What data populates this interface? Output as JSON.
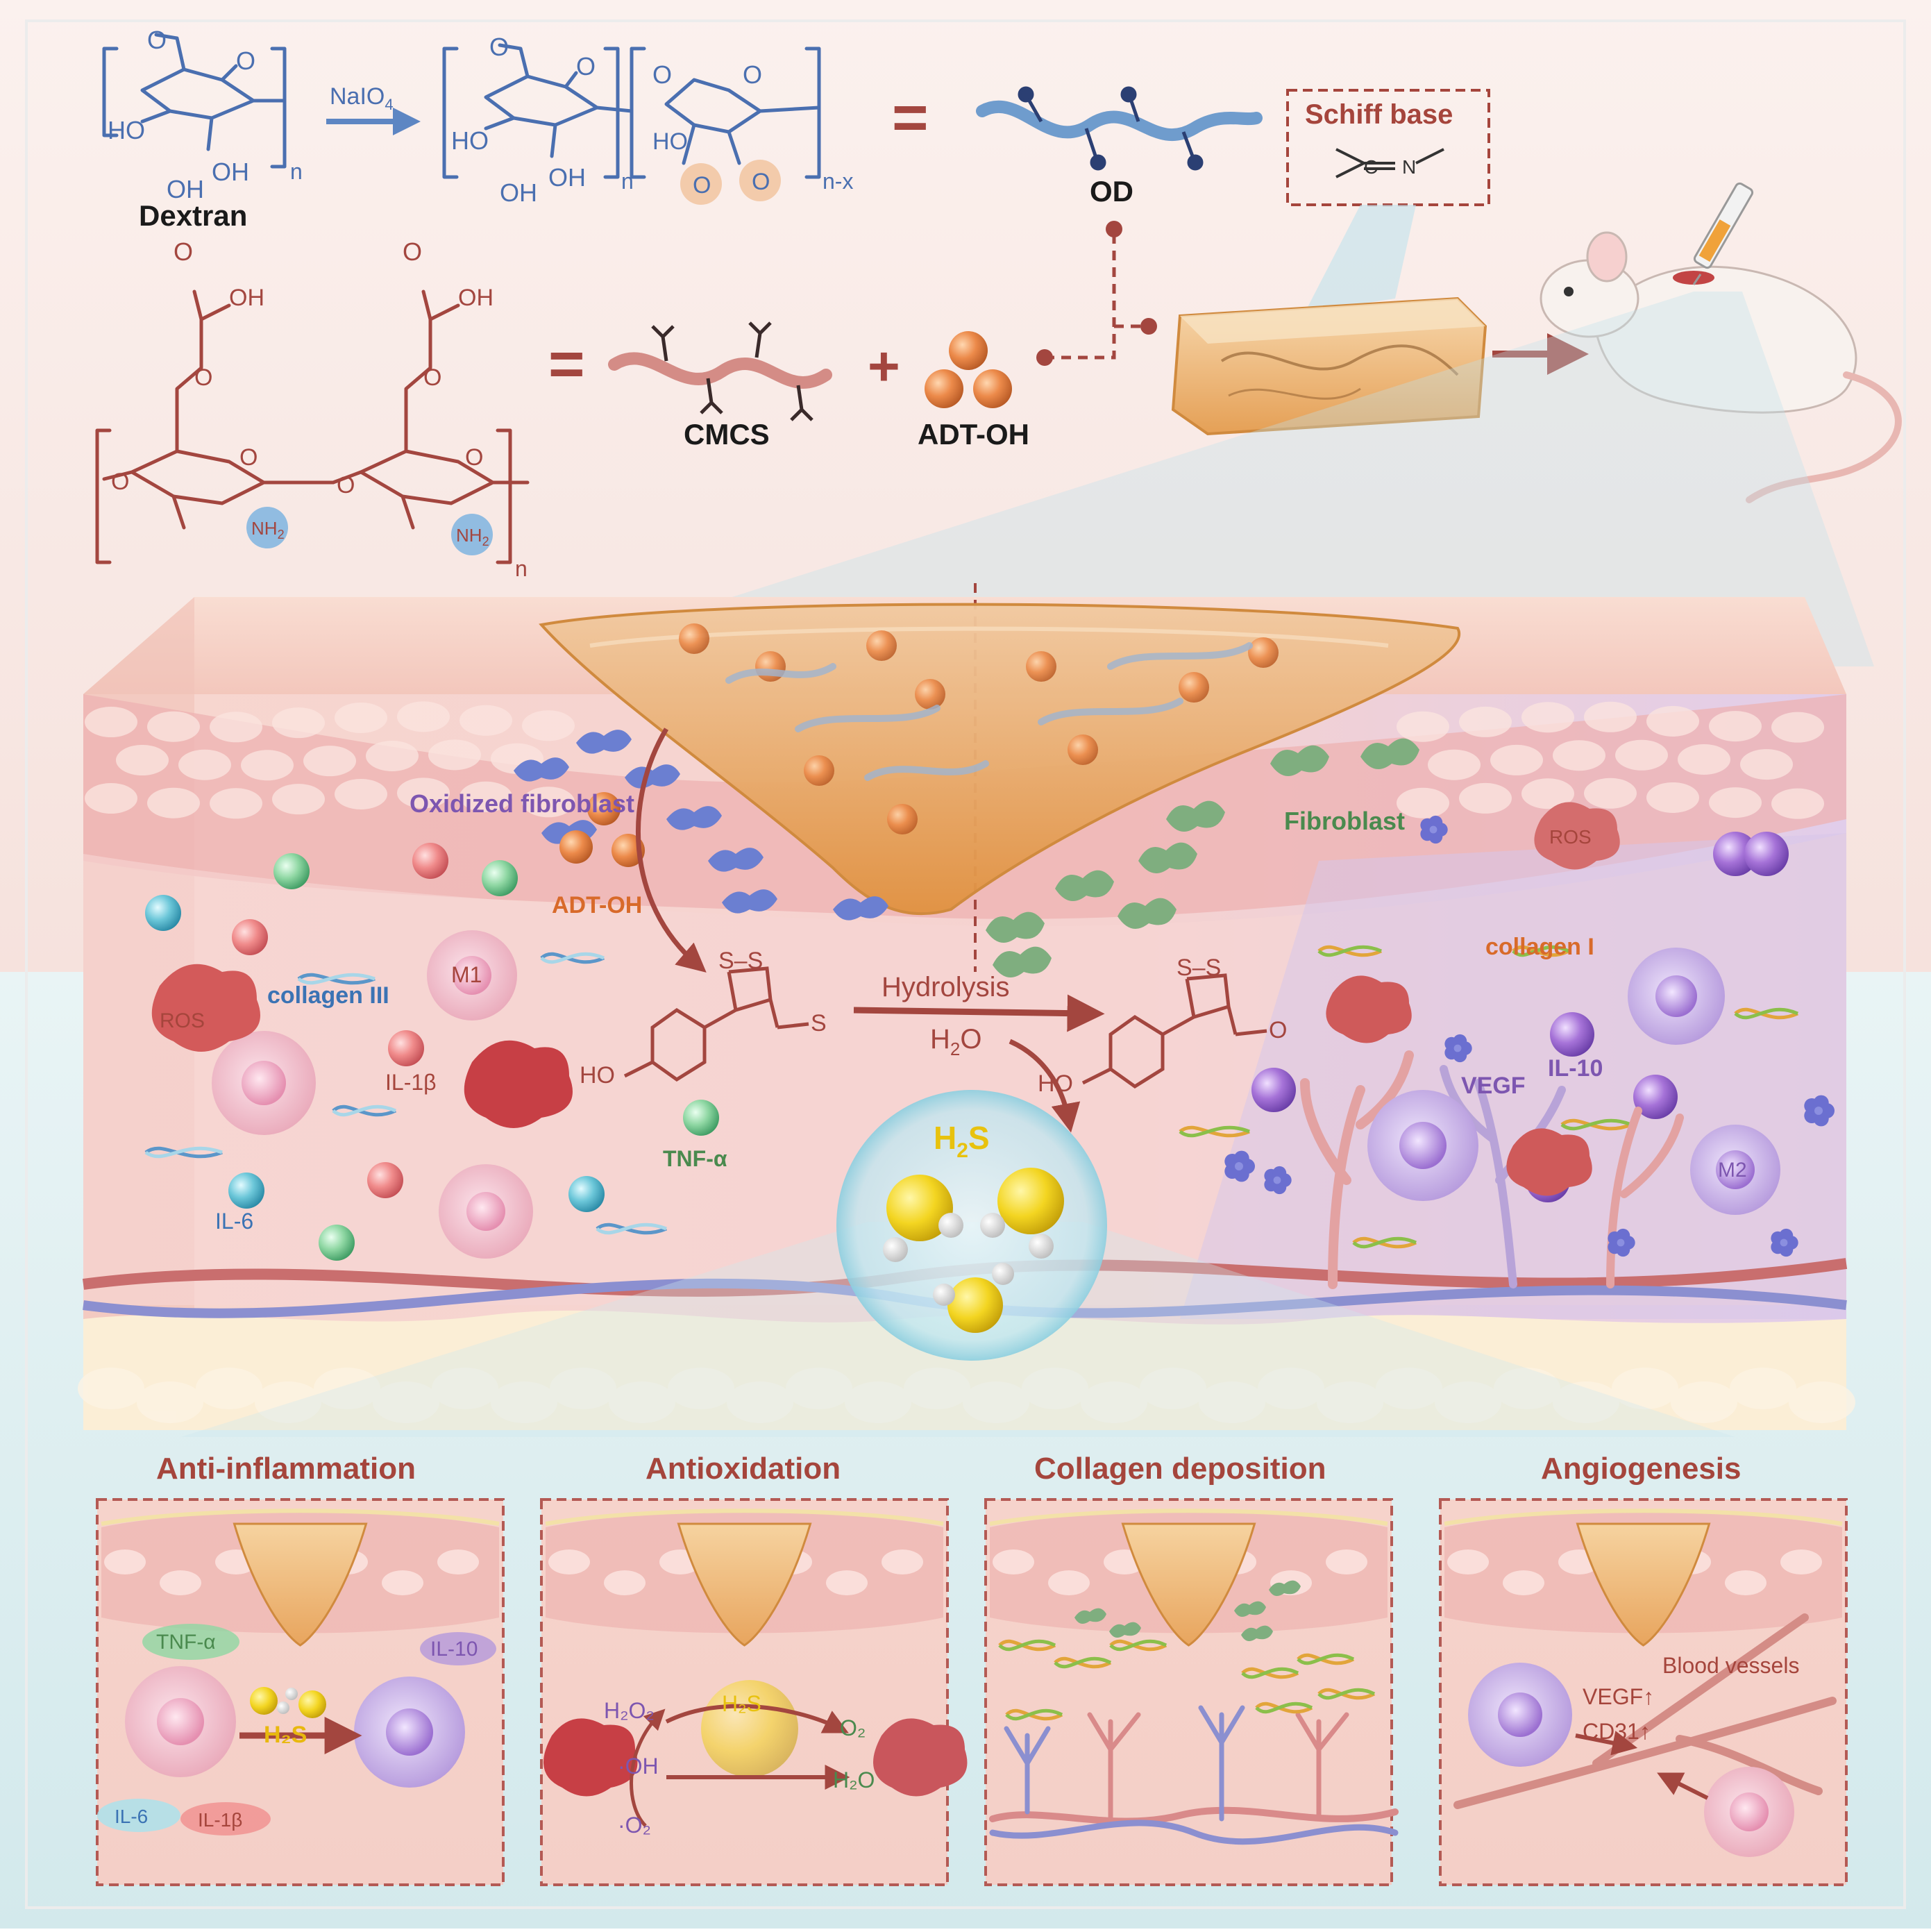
{
  "chem": {
    "dextran_label": "Dextran",
    "naio4": "NaIO",
    "naio4_sub": "4",
    "ho": "HO",
    "oh": "OH",
    "sub_n": "n",
    "sub_nx": "n-x",
    "nh2": "NH",
    "nh2_sub": "2",
    "o": "O",
    "s": "S",
    "s_dash": "S–S",
    "equals": "=",
    "plus": "+"
  },
  "top": {
    "od_label": "OD",
    "cmcs_label": "CMCS",
    "adt_label": "ADT-OH",
    "schiff_title": "Schiff base",
    "schiff_c": "C",
    "schiff_n": "N"
  },
  "wound": {
    "oxidized_fibroblast": "Oxidized fibroblast",
    "fibroblast": "Fibroblast",
    "adt_oh": "ADT-OH",
    "collagen_iii": "collagen III",
    "collagen_i": "collagen I",
    "m1": "M1",
    "m2": "M2",
    "ros_left": "ROS",
    "ros_right": "ROS",
    "il1b": "IL-1β",
    "il6": "IL-6",
    "tnfa": "TNF-α",
    "il10": "IL-10",
    "vegf": "VEGF",
    "hydrolysis": "Hydrolysis",
    "h2o_main": "H",
    "h2o_sub": "2",
    "h2o_o": "O",
    "h2s_h": "H",
    "h2s_sub": "2",
    "h2s_s": "S"
  },
  "panels": [
    {
      "title": "Anti-inflammation"
    },
    {
      "title": "Antioxidation"
    },
    {
      "title": "Collagen deposition"
    },
    {
      "title": "Angiogenesis"
    }
  ],
  "panel_labels": {
    "tnfa": "TNF-α",
    "il10": "IL-10",
    "il6": "IL-6",
    "il1b": "IL-1β",
    "h2s": "H₂S",
    "h2o2": "H₂O₂",
    "oh_rad": "·OH",
    "o2_rad": "·O₂",
    "o2": "O₂",
    "h2o": "H₂O",
    "vegf": "VEGF↑",
    "cd31": "CD31↑",
    "blood_vessels": "Blood vessels"
  },
  "colors": {
    "dextran_blue": "#4a6fb0",
    "cmcs_red": "#a3463f",
    "od_chain": "#6f9ccd",
    "adt_orange": "#e07a3c",
    "skin_pink": "#f2c3bb",
    "dermis": "#f7d9d2",
    "h2s_yellow": "#f0d21c",
    "m2_purple": "#9c72c9",
    "fibroblast_green": "#6f9f72",
    "text_dark": "#1a1a1a",
    "label_red": "#a5453c",
    "label_blue": "#3b73b4",
    "label_green": "#4a8a4e",
    "label_purple": "#7d56b0"
  }
}
